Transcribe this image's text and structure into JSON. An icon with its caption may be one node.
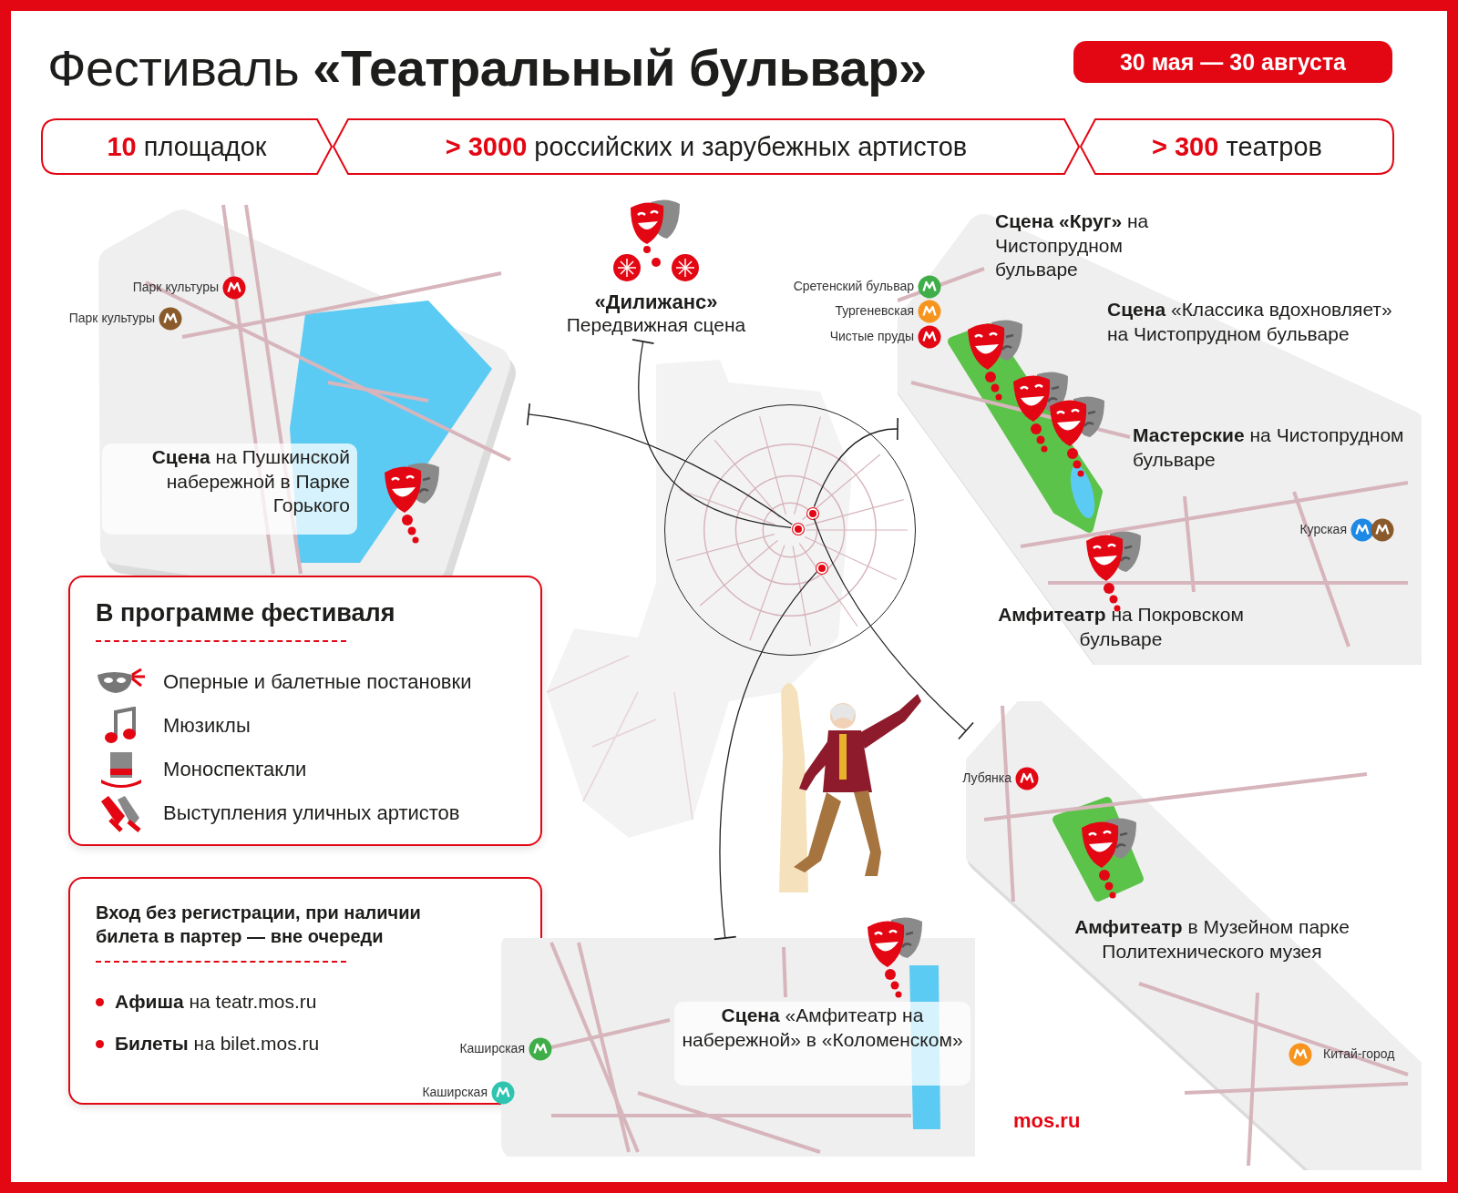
{
  "diagram": {
    "title": "Фестиваль **«Театральный бульвар»**",
    "nodes": [
      {
        "text": [
          "30 мая — 30 августа"
        ]
      },
      {
        "text": [
          "**10** площадок"
        ]
      },
      {
        "text": [
          "**> 3000** российских и зарубежных артистов"
        ]
      },
      {
        "text": [
          "**> 300** театров"
        ]
      },
      {
        "text": [],
        "shape": "picture"
      },
      {
        "text": [
          "**Сцена** на Пушкинской набережной в Парке Горького"
        ],
        "in": 4
      },
      {
        "text": [
          "«Дилижанс»",
          "Передвижная сцена"
        ]
      },
      {
        "text": [],
        "shape": "picture"
      },
      {
        "text": [
          "**Сцена «Круг»** на Чистопрудном бульваре"
        ],
        "in": 7
      },
      {
        "text": [
          "**Сцена** «Классика вдохновляет» на Чистопрудном бульваре"
        ],
        "in": 7
      },
      {
        "text": [
          "**Мастерские** на Чистопрудном бульваре"
        ],
        "in": 7
      },
      {
        "text": [
          "**Амфитеатр** на Покровском бульваре"
        ],
        "in": 7
      },
      {
        "text": [],
        "shape": "circle"
      },
      {
        "text": [],
        "shape": "circle",
        "in": 12
      },
      {
        "text": [],
        "shape": "circle",
        "in": 12
      },
      {
        "text": [],
        "shape": "circle",
        "in": 12
      },
      {
        "text": [
          "В программе фестиваля",
          "Оперные и балетные постановки",
          "Мюзиклы",
          "Моноспектакли",
          "Выступления уличных артистов"
        ]
      },
      {
        "text": [],
        "shape": "picture"
      },
      {
        "text": [
          "**Амфитеатр** в Музейном парке Политехнического музея"
        ],
        "in": 17
      },
      {
        "text": [
          "Вход без регистрации, при наличии билета в партер — вне очереди",
          "**Афиша** на teatr.mos.ru",
          "**Билеты** на bilet.mos.ru"
        ]
      },
      {
        "text": [],
        "shape": "picture"
      },
      {
        "text": [
          "**Сцена** «Амфитеатр на набережной» в «Коломенском»"
        ],
        "in": 20
      }
    ],
    "edges": [
      {
        "from": 13,
        "to": 4,
        "arrow": "other"
      },
      {
        "from": 13,
        "to": 6,
        "arrow": "other"
      },
      {
        "from": 14,
        "to": 7,
        "arrow": "other"
      },
      {
        "from": 14,
        "to": 17,
        "arrow": "other"
      },
      {
        "from": 15,
        "to": 20,
        "arrow": "other"
      }
    ],
    "labels": [
      "Парк культуры",
      "Парк культуры",
      "Сретенский бульвар",
      "Тургеневская",
      "Чистые пруды",
      "Курская",
      "Лубянка",
      "Каширская",
      "Каширская",
      "Китай-город",
      "mos.ru"
    ]
  }
}
